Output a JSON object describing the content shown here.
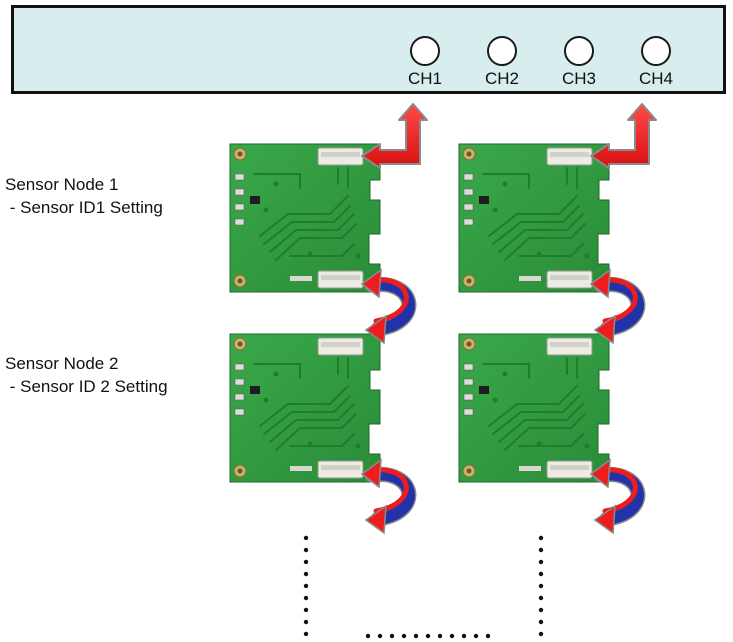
{
  "hub": {
    "ports": [
      {
        "label": "CH1"
      },
      {
        "label": "CH2"
      },
      {
        "label": "CH3"
      },
      {
        "label": "CH4"
      }
    ]
  },
  "nodes": [
    {
      "title": "Sensor Node 1",
      "setting": " - Sensor ID1 Setting"
    },
    {
      "title": "Sensor Node 2",
      "setting": " - Sensor ID 2 Setting"
    }
  ],
  "colors": {
    "hub_fill": "#d8eeee",
    "board_green": "#2e9a3e",
    "board_trace": "#1f7d2e",
    "connector": "#ecebe4",
    "arrow_red": "#ee1c1c",
    "arrow_blue": "#2233aa",
    "arrow_outline": "#8a8a8a"
  },
  "board_rows": 2,
  "board_columns": 2
}
